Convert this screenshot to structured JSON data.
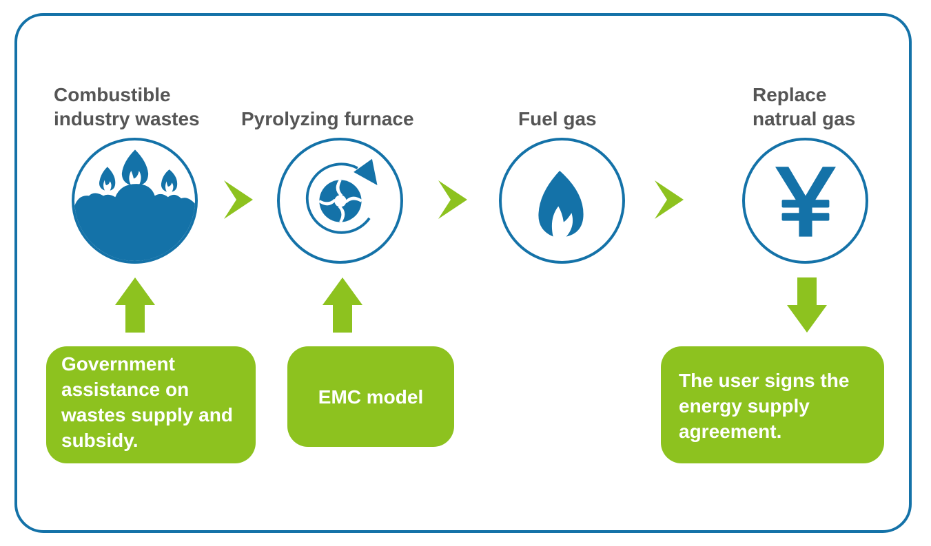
{
  "colors": {
    "frame_border": "#1472a8",
    "icon_blue": "#1472a8",
    "accent_green": "#8dc21f",
    "title_text": "#555555",
    "box_text": "#ffffff"
  },
  "steps": [
    {
      "title_lines": [
        "Combustible",
        "industry wastes"
      ],
      "icon": "burning-waste-icon"
    },
    {
      "title_lines": [
        "Pyrolyzing furnace"
      ],
      "icon": "pyrolysis-cycle-icon"
    },
    {
      "title_lines": [
        "Fuel gas"
      ],
      "icon": "flame-icon"
    },
    {
      "title_lines": [
        "Replace",
        "natrual gas"
      ],
      "icon": "yen-icon"
    }
  ],
  "connectors": [
    {
      "from": "Combustible industry wastes",
      "to": "Pyrolyzing furnace",
      "icon": "chevron-right-icon"
    },
    {
      "from": "Pyrolyzing furnace",
      "to": "Fuel gas",
      "icon": "chevron-right-icon"
    },
    {
      "from": "Fuel gas",
      "to": "Replace natrual gas",
      "icon": "chevron-right-icon"
    }
  ],
  "support_boxes": [
    {
      "lines": [
        "Government",
        "assistance on",
        "wastes supply and",
        "subsidy."
      ],
      "arrow": "arrow-up-icon",
      "attached_to": "Combustible industry wastes"
    },
    {
      "lines": [
        "EMC model"
      ],
      "arrow": "arrow-up-icon",
      "attached_to": "Pyrolyzing furnace"
    },
    {
      "lines": [
        "The user signs the",
        "energy supply",
        "agreement."
      ],
      "arrow": "arrow-down-icon",
      "attached_to": "Replace natrual gas"
    }
  ]
}
